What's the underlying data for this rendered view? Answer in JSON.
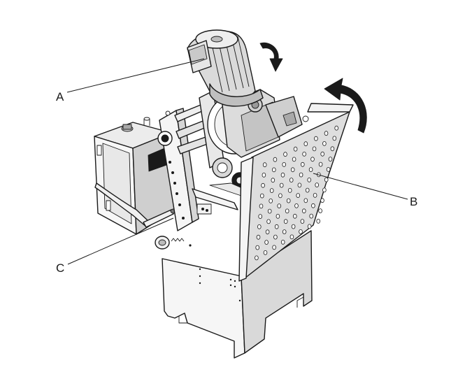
{
  "callouts": {
    "a": {
      "label": "A"
    },
    "b": {
      "label": "B"
    },
    "c": {
      "label": "C"
    }
  },
  "colors": {
    "outline": "#1a1a1a",
    "light_panel": "#f3f3f3",
    "mid_panel": "#dcdcdc",
    "dark_panel": "#bdbdbd",
    "background": "#ffffff"
  },
  "icons": [
    "rotate-clockwise-arrow-icon",
    "rotate-counterclockwise-arrow-icon"
  ]
}
